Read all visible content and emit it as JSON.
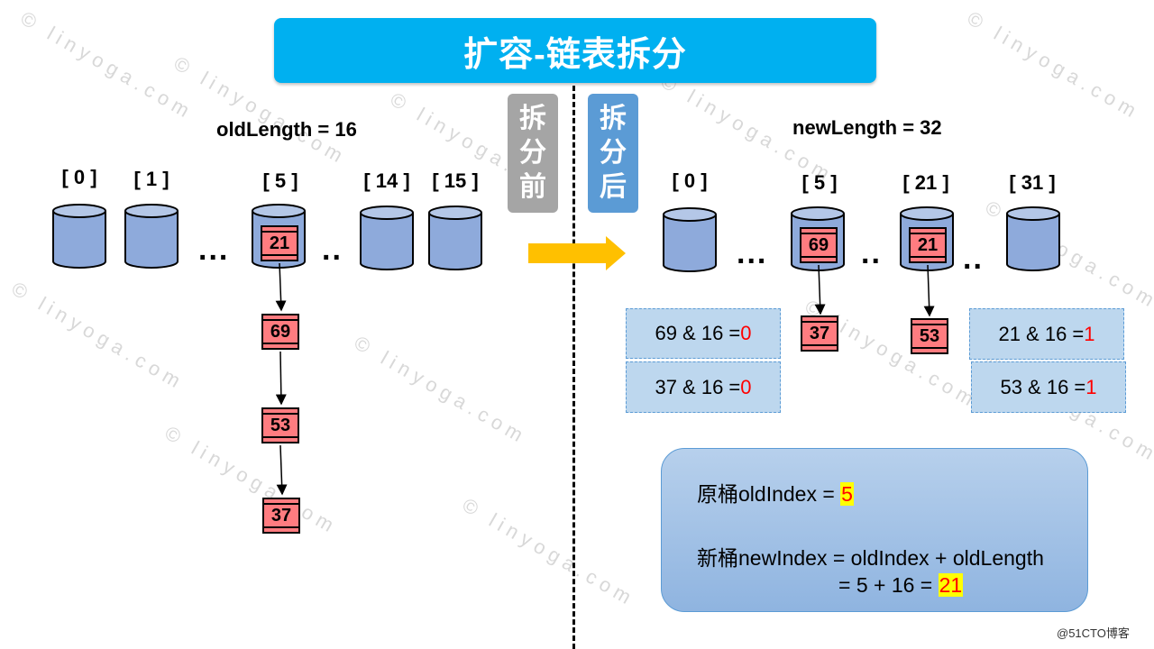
{
  "title": "扩容-链表拆分",
  "phase_before": [
    "拆",
    "分",
    "前"
  ],
  "phase_after": [
    "拆",
    "分",
    "后"
  ],
  "old": {
    "length_label": "oldLength = 16",
    "indices": [
      "[ 0 ]",
      "[ 1 ]",
      "[ 5 ]",
      "[ 14 ]",
      "[ 15 ]"
    ],
    "dots": [
      "...",
      ".."
    ],
    "chain": [
      "21",
      "69",
      "53",
      "37"
    ]
  },
  "new": {
    "length_label": "newLength = 32",
    "indices": [
      "[ 0 ]",
      "[ 5 ]",
      "[ 21 ]",
      "[ 31 ]"
    ],
    "dots": [
      "...",
      "..",
      ".."
    ],
    "bucket5_chain": [
      "69",
      "37"
    ],
    "bucket21_chain": [
      "21",
      "53"
    ]
  },
  "calcs": {
    "left": [
      {
        "expr": "69 & 16 = ",
        "result": "0"
      },
      {
        "expr": "37 & 16 = ",
        "result": "0"
      }
    ],
    "right": [
      {
        "expr": "21 & 16 = ",
        "result": "1"
      },
      {
        "expr": "53 & 16 = ",
        "result": "1"
      }
    ]
  },
  "info": {
    "line1_prefix": "原桶oldIndex = ",
    "line1_value": "5",
    "line2": "新桶newIndex = oldIndex + oldLength",
    "line3_prefix": "= 5 + 16 = ",
    "line3_value": "21"
  },
  "watermark": "© linyoga.com",
  "credit": "@51CTO博客",
  "colors": {
    "title_bg": "#00b0f0",
    "phase_before_bg": "#a5a5a5",
    "phase_after_bg": "#5b9bd5",
    "bucket_fill": "#8eaadb",
    "node_fill": "#ff7c80",
    "calc_fill": "#bdd7ee",
    "arrow": "#ffc000",
    "highlight": "#ffff00"
  }
}
